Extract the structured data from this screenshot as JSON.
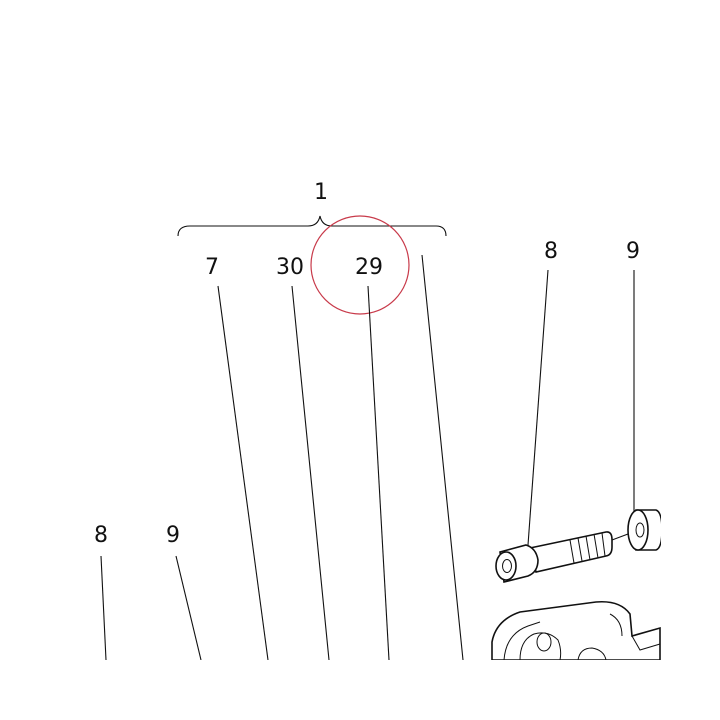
{
  "callouts": {
    "group": "1",
    "c7": "7",
    "c30": "30",
    "c29": "29",
    "c8_top": "8",
    "c9_top": "9",
    "c8_left": "8",
    "c9_left": "9"
  },
  "colors": {
    "ink": "#111111",
    "highlight_circle": "#c83a4a",
    "background": "#ffffff"
  },
  "highlighted_callout": "29"
}
